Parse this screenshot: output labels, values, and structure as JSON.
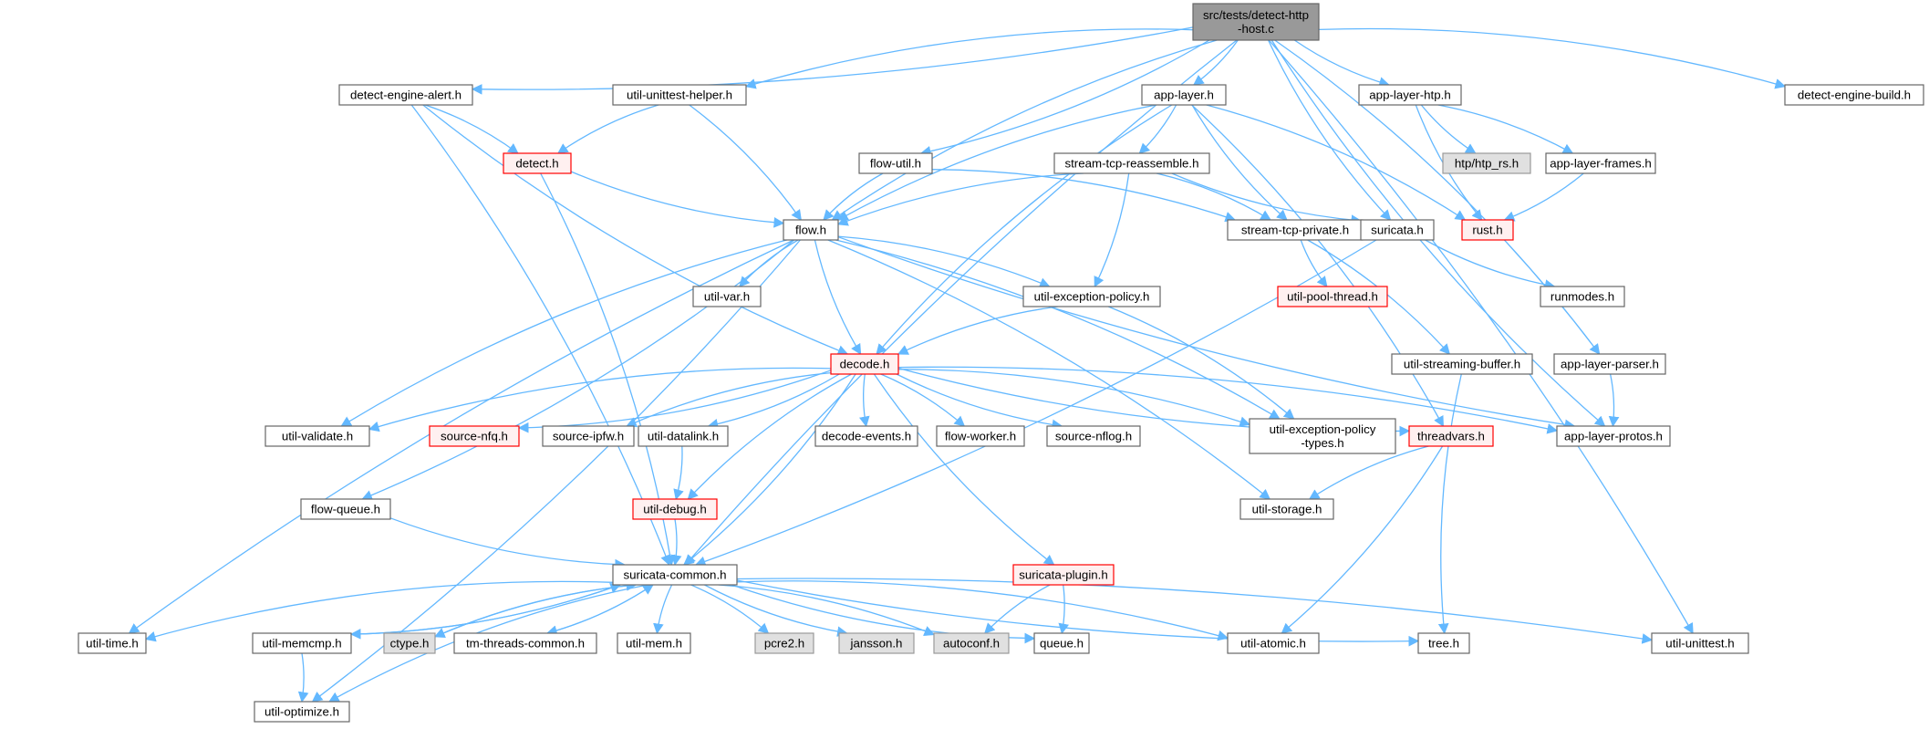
{
  "colors": {
    "edge": "#63b8ff",
    "node_border": "#666666",
    "node_fill": "#ffffff",
    "root_fill": "#999999",
    "root_border": "#666666",
    "red_border": "#ff0000",
    "red_fill": "#fff0f0",
    "gray_fill": "#e0e0e0",
    "gray_border": "#999999"
  },
  "nodes": [
    {
      "id": "root",
      "lines": [
        "src/tests/detect-http",
        "-host.c"
      ],
      "style": "root"
    },
    {
      "id": "dea",
      "lines": [
        "detect-engine-alert.h"
      ],
      "style": "normal"
    },
    {
      "id": "uuh",
      "lines": [
        "util-unittest-helper.h"
      ],
      "style": "normal"
    },
    {
      "id": "al",
      "lines": [
        "app-layer.h"
      ],
      "style": "normal"
    },
    {
      "id": "alh",
      "lines": [
        "app-layer-htp.h"
      ],
      "style": "normal"
    },
    {
      "id": "deb",
      "lines": [
        "detect-engine-build.h"
      ],
      "style": "normal"
    },
    {
      "id": "det",
      "lines": [
        "detect.h"
      ],
      "style": "red"
    },
    {
      "id": "fu",
      "lines": [
        "flow-util.h"
      ],
      "style": "normal"
    },
    {
      "id": "str",
      "lines": [
        "stream-tcp-reassemble.h"
      ],
      "style": "normal"
    },
    {
      "id": "htp",
      "lines": [
        "htp/htp_rs.h"
      ],
      "style": "gray"
    },
    {
      "id": "alf",
      "lines": [
        "app-layer-frames.h"
      ],
      "style": "normal"
    },
    {
      "id": "flow",
      "lines": [
        "flow.h"
      ],
      "style": "normal"
    },
    {
      "id": "stp",
      "lines": [
        "stream-tcp-private.h"
      ],
      "style": "normal"
    },
    {
      "id": "sur",
      "lines": [
        "suricata.h"
      ],
      "style": "normal"
    },
    {
      "id": "rust",
      "lines": [
        "rust.h"
      ],
      "style": "red"
    },
    {
      "id": "uvar",
      "lines": [
        "util-var.h"
      ],
      "style": "normal"
    },
    {
      "id": "uep",
      "lines": [
        "util-exception-policy.h"
      ],
      "style": "normal"
    },
    {
      "id": "upt",
      "lines": [
        "util-pool-thread.h"
      ],
      "style": "red"
    },
    {
      "id": "rm",
      "lines": [
        "runmodes.h"
      ],
      "style": "normal"
    },
    {
      "id": "dec",
      "lines": [
        "decode.h"
      ],
      "style": "red"
    },
    {
      "id": "usb",
      "lines": [
        "util-streaming-buffer.h"
      ],
      "style": "normal"
    },
    {
      "id": "alp",
      "lines": [
        "app-layer-parser.h"
      ],
      "style": "normal"
    },
    {
      "id": "uval",
      "lines": [
        "util-validate.h"
      ],
      "style": "normal"
    },
    {
      "id": "snfq",
      "lines": [
        "source-nfq.h"
      ],
      "style": "red"
    },
    {
      "id": "sipfw",
      "lines": [
        "source-ipfw.h"
      ],
      "style": "normal"
    },
    {
      "id": "udl",
      "lines": [
        "util-datalink.h"
      ],
      "style": "normal"
    },
    {
      "id": "dev",
      "lines": [
        "decode-events.h"
      ],
      "style": "normal"
    },
    {
      "id": "fw",
      "lines": [
        "flow-worker.h"
      ],
      "style": "normal"
    },
    {
      "id": "snflog",
      "lines": [
        "source-nflog.h"
      ],
      "style": "normal"
    },
    {
      "id": "uept",
      "lines": [
        "util-exception-policy",
        "-types.h"
      ],
      "style": "normal"
    },
    {
      "id": "tv",
      "lines": [
        "threadvars.h"
      ],
      "style": "red"
    },
    {
      "id": "alpr",
      "lines": [
        "app-layer-protos.h"
      ],
      "style": "normal"
    },
    {
      "id": "fq",
      "lines": [
        "flow-queue.h"
      ],
      "style": "normal"
    },
    {
      "id": "udbg",
      "lines": [
        "util-debug.h"
      ],
      "style": "red"
    },
    {
      "id": "ust",
      "lines": [
        "util-storage.h"
      ],
      "style": "normal"
    },
    {
      "id": "sc",
      "lines": [
        "suricata-common.h"
      ],
      "style": "normal"
    },
    {
      "id": "sp",
      "lines": [
        "suricata-plugin.h"
      ],
      "style": "red"
    },
    {
      "id": "ut",
      "lines": [
        "util-time.h"
      ],
      "style": "normal"
    },
    {
      "id": "umc",
      "lines": [
        "util-memcmp.h"
      ],
      "style": "normal"
    },
    {
      "id": "ctype",
      "lines": [
        "ctype.h"
      ],
      "style": "gray"
    },
    {
      "id": "ttc",
      "lines": [
        "tm-threads-common.h"
      ],
      "style": "normal"
    },
    {
      "id": "umem",
      "lines": [
        "util-mem.h"
      ],
      "style": "normal"
    },
    {
      "id": "pcre",
      "lines": [
        "pcre2.h"
      ],
      "style": "gray"
    },
    {
      "id": "jan",
      "lines": [
        "jansson.h"
      ],
      "style": "gray"
    },
    {
      "id": "autoc",
      "lines": [
        "autoconf.h"
      ],
      "style": "gray"
    },
    {
      "id": "queue",
      "lines": [
        "queue.h"
      ],
      "style": "normal"
    },
    {
      "id": "uat",
      "lines": [
        "util-atomic.h"
      ],
      "style": "normal"
    },
    {
      "id": "tree",
      "lines": [
        "tree.h"
      ],
      "style": "normal"
    },
    {
      "id": "uut",
      "lines": [
        "util-unittest.h"
      ],
      "style": "normal"
    },
    {
      "id": "uopt",
      "lines": [
        "util-optimize.h"
      ],
      "style": "normal"
    }
  ],
  "edges": [
    [
      "root",
      "dea"
    ],
    [
      "root",
      "uuh"
    ],
    [
      "root",
      "al"
    ],
    [
      "root",
      "alh"
    ],
    [
      "root",
      "deb"
    ],
    [
      "root",
      "flow"
    ],
    [
      "root",
      "fu"
    ],
    [
      "root",
      "sur"
    ],
    [
      "root",
      "alp"
    ],
    [
      "root",
      "alpr"
    ],
    [
      "root",
      "uut"
    ],
    [
      "root",
      "sc"
    ],
    [
      "dea",
      "det"
    ],
    [
      "dea",
      "dec"
    ],
    [
      "dea",
      "sc"
    ],
    [
      "uuh",
      "det"
    ],
    [
      "uuh",
      "flow"
    ],
    [
      "al",
      "flow"
    ],
    [
      "al",
      "str"
    ],
    [
      "al",
      "stp"
    ],
    [
      "al",
      "rust"
    ],
    [
      "al",
      "dec"
    ],
    [
      "al",
      "tv"
    ],
    [
      "alh",
      "htp"
    ],
    [
      "alh",
      "alf"
    ],
    [
      "alh",
      "rust"
    ],
    [
      "alf",
      "rust"
    ],
    [
      "det",
      "flow"
    ],
    [
      "det",
      "sc"
    ],
    [
      "fu",
      "flow"
    ],
    [
      "fu",
      "stp"
    ],
    [
      "str",
      "flow"
    ],
    [
      "str",
      "stp"
    ],
    [
      "str",
      "sur"
    ],
    [
      "str",
      "uep"
    ],
    [
      "stp",
      "upt"
    ],
    [
      "stp",
      "usb"
    ],
    [
      "sur",
      "rm"
    ],
    [
      "sur",
      "sc"
    ],
    [
      "flow",
      "uvar"
    ],
    [
      "flow",
      "uep"
    ],
    [
      "flow",
      "dec"
    ],
    [
      "flow",
      "uept"
    ],
    [
      "flow",
      "alpr"
    ],
    [
      "flow",
      "ust"
    ],
    [
      "flow",
      "uval"
    ],
    [
      "flow",
      "fq"
    ],
    [
      "flow",
      "ut"
    ],
    [
      "flow",
      "uopt"
    ],
    [
      "uep",
      "dec"
    ],
    [
      "uep",
      "uept"
    ],
    [
      "dec",
      "uval"
    ],
    [
      "dec",
      "snfq"
    ],
    [
      "dec",
      "sipfw"
    ],
    [
      "dec",
      "udl"
    ],
    [
      "dec",
      "dev"
    ],
    [
      "dec",
      "fw"
    ],
    [
      "dec",
      "snflog"
    ],
    [
      "dec",
      "uept"
    ],
    [
      "dec",
      "tv"
    ],
    [
      "dec",
      "alpr"
    ],
    [
      "dec",
      "udbg"
    ],
    [
      "dec",
      "sc"
    ],
    [
      "dec",
      "sp"
    ],
    [
      "udl",
      "udbg"
    ],
    [
      "usb",
      "tree"
    ],
    [
      "alp",
      "alpr"
    ],
    [
      "tv",
      "ust"
    ],
    [
      "tv",
      "uat"
    ],
    [
      "fq",
      "sc"
    ],
    [
      "udbg",
      "sc"
    ],
    [
      "sp",
      "autoc"
    ],
    [
      "sp",
      "queue"
    ],
    [
      "sc",
      "ut"
    ],
    [
      "sc",
      "umc"
    ],
    [
      "sc",
      "ctype"
    ],
    [
      "sc",
      "ttc"
    ],
    [
      "sc",
      "umem"
    ],
    [
      "sc",
      "pcre"
    ],
    [
      "sc",
      "jan"
    ],
    [
      "sc",
      "autoc"
    ],
    [
      "sc",
      "queue"
    ],
    [
      "sc",
      "uat"
    ],
    [
      "sc",
      "tree"
    ],
    [
      "sc",
      "uut"
    ],
    [
      "sc",
      "uopt"
    ],
    [
      "umc",
      "uopt"
    ],
    [
      "umc",
      "sc"
    ],
    [
      "ctype",
      "sc"
    ],
    [
      "ttc",
      "sc"
    ]
  ]
}
